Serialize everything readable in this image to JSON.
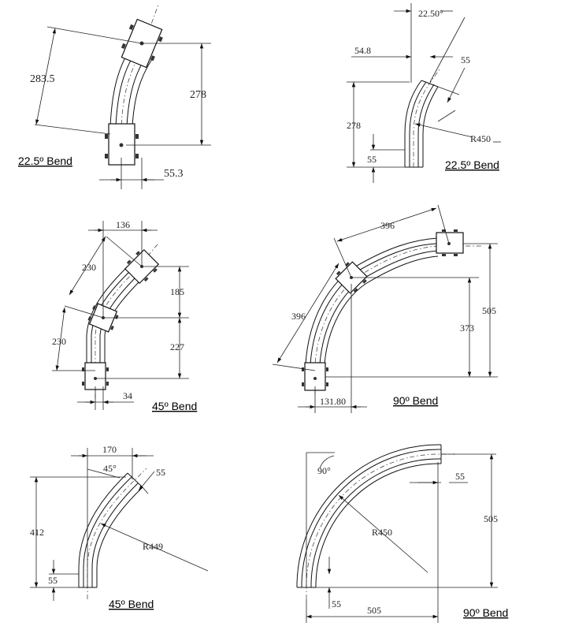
{
  "panels": [
    {
      "id": "p1",
      "caption": "22.5º Bend",
      "dims": [
        "283.5",
        "278",
        "55.3"
      ]
    },
    {
      "id": "p2",
      "caption": "22.5º Bend",
      "dims": [
        "22.50°",
        "54.8",
        "55",
        "278",
        "R450",
        "55"
      ]
    },
    {
      "id": "p3",
      "caption": "45º Bend",
      "dims": [
        "136",
        "230",
        "185",
        "230",
        "227",
        "34"
      ]
    },
    {
      "id": "p4",
      "caption": "90º Bend",
      "dims": [
        "396",
        "396",
        "505",
        "373",
        "131.80"
      ]
    },
    {
      "id": "p5",
      "caption": "45º Bend",
      "dims": [
        "170",
        "45°",
        "55",
        "412",
        "R449",
        "55"
      ]
    },
    {
      "id": "p6",
      "caption": "90º Bend",
      "dims": [
        "90°",
        "55",
        "505",
        "R450",
        "55",
        "505"
      ]
    }
  ]
}
